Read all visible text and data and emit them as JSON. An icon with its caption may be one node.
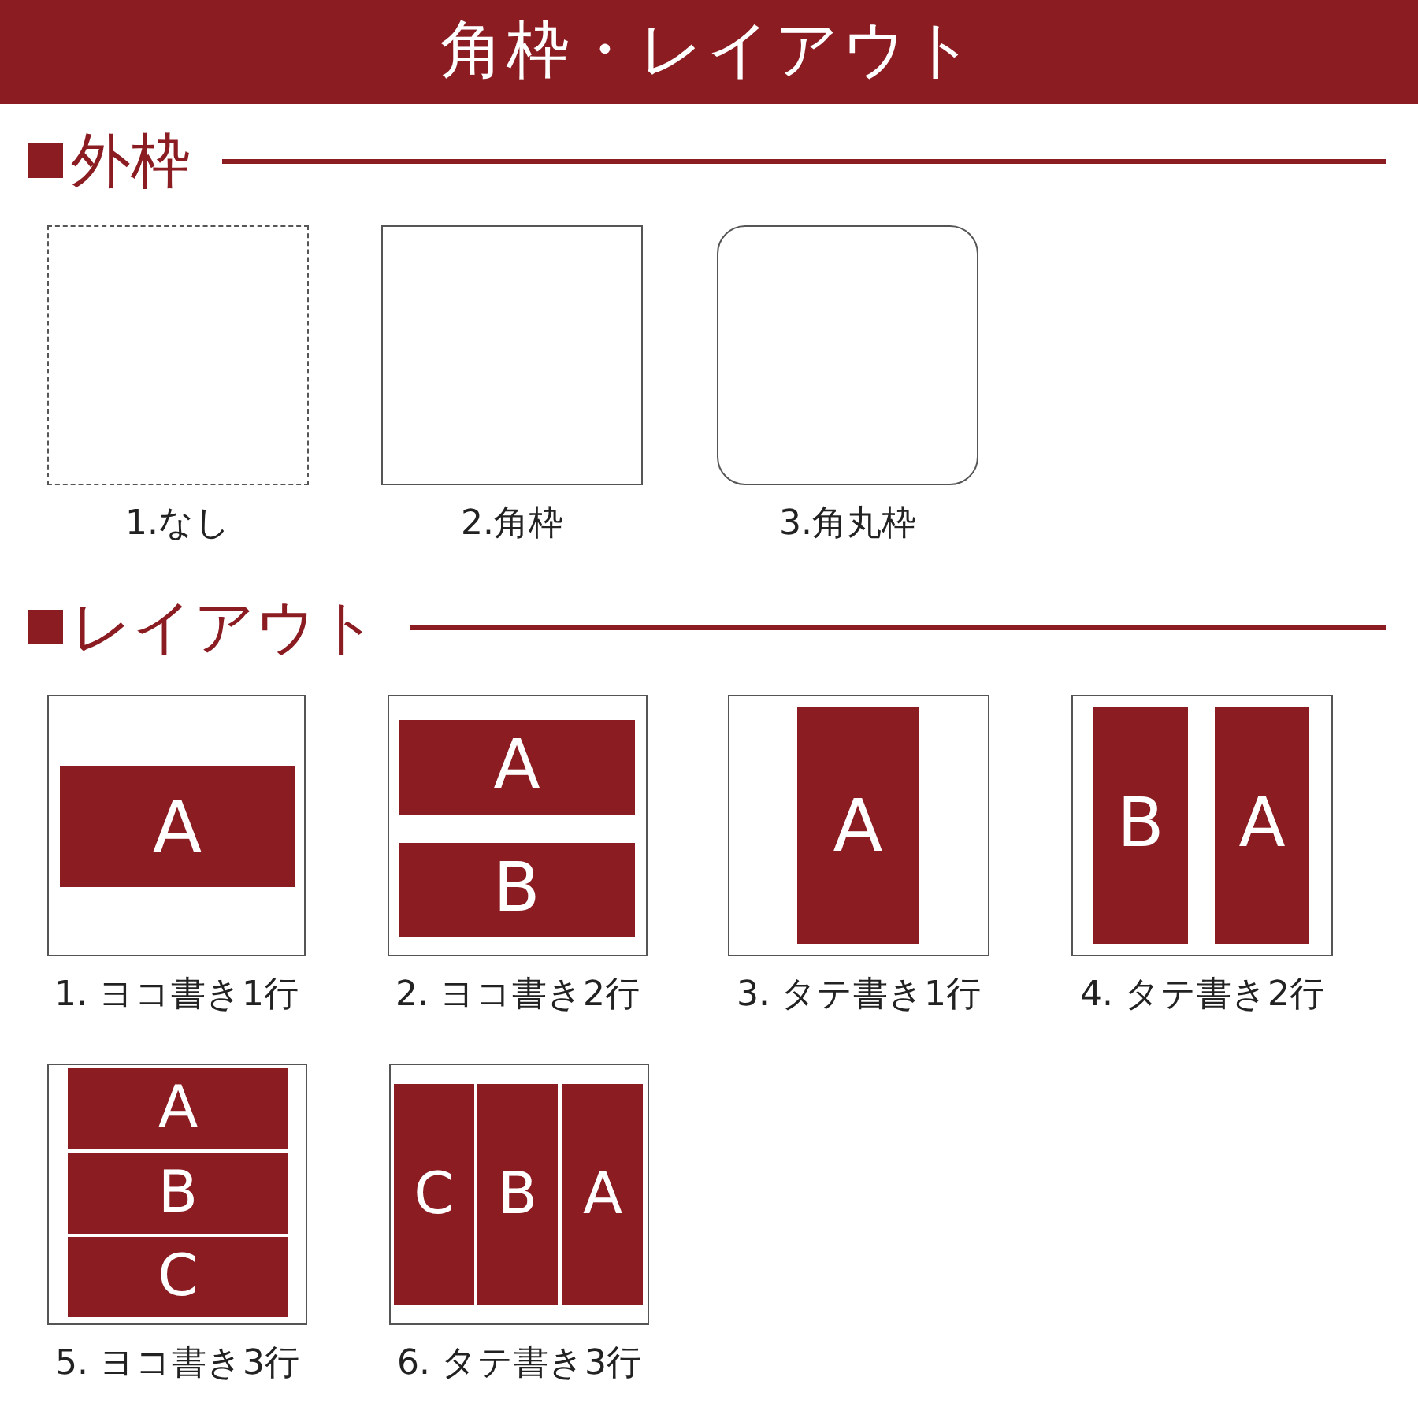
{
  "diagram": {
    "title": "角枠・レイアウト",
    "nodes": [
      {
        "text": [],
        "shape": "box",
        "beside": [
          "1.なし"
        ]
      },
      {
        "text": [],
        "shape": "box",
        "beside": [
          "2.角枠"
        ]
      },
      {
        "text": [],
        "shape": "box",
        "beside": [
          "3.角丸枠"
        ]
      },
      {
        "text": [],
        "shape": "box",
        "beside": [
          "1. ヨコ書き1行"
        ]
      },
      {
        "text": [
          "A"
        ],
        "in": 3
      },
      {
        "text": [],
        "shape": "box",
        "beside": [
          "2. ヨコ書き2行"
        ]
      },
      {
        "text": [
          "A"
        ],
        "in": 5
      },
      {
        "text": [
          "B"
        ],
        "in": 5
      },
      {
        "text": [],
        "shape": "box",
        "beside": [
          "3. タテ書き1行"
        ]
      },
      {
        "text": [
          "A"
        ],
        "in": 8
      },
      {
        "text": [],
        "shape": "box",
        "beside": [
          "4. タテ書き2行"
        ]
      },
      {
        "text": [
          "B"
        ],
        "in": 10
      },
      {
        "text": [
          "A"
        ],
        "in": 10
      },
      {
        "text": [],
        "shape": "box",
        "beside": [
          "5. ヨコ書き3行"
        ]
      },
      {
        "text": [
          "A"
        ],
        "in": 13
      },
      {
        "text": [
          "B"
        ],
        "in": 13
      },
      {
        "text": [
          "C"
        ],
        "in": 13
      },
      {
        "text": [],
        "shape": "box",
        "beside": [
          "6. タテ書き3行"
        ]
      },
      {
        "text": [
          "C"
        ],
        "in": 17
      },
      {
        "text": [
          "B"
        ],
        "in": 17
      },
      {
        "text": [
          "A"
        ],
        "in": 17
      }
    ],
    "labels": [
      "外枠",
      "レイアウト"
    ]
  }
}
